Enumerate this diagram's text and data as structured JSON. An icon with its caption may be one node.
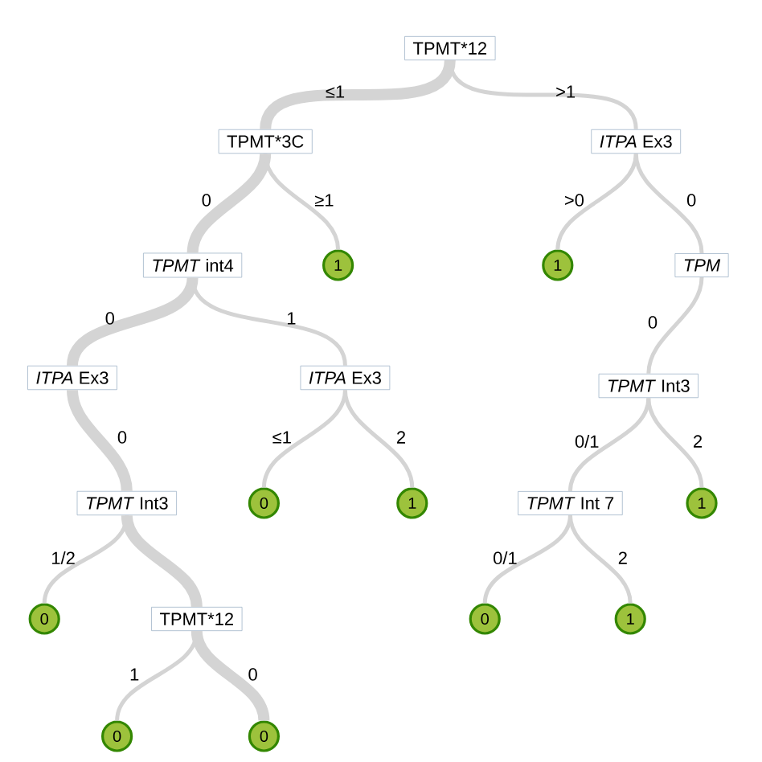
{
  "diagram": {
    "nodes": [
      {
        "text": [
          "TPMT*12"
        ]
      },
      {
        "text": [
          "TPMT*3C"
        ]
      },
      {
        "text": [
          "*ITPA* Ex3"
        ]
      },
      {
        "text": [
          "*TPMT* int4"
        ]
      },
      {
        "text": [
          "1"
        ]
      },
      {
        "text": [
          "1"
        ]
      },
      {
        "text": [
          "*TPM*"
        ]
      },
      {
        "text": [
          "*ITPA* Ex3"
        ]
      },
      {
        "text": [
          "*ITPA* Ex3"
        ]
      },
      {
        "text": [
          "*TPMT* Int3"
        ]
      },
      {
        "text": [
          "*TPMT* Int3"
        ]
      },
      {
        "text": [
          "0"
        ]
      },
      {
        "text": [
          "1"
        ]
      },
      {
        "text": [
          "*TPMT* Int 7"
        ]
      },
      {
        "text": [
          "1"
        ]
      },
      {
        "text": [
          "0"
        ]
      },
      {
        "text": [
          "TPMT*12"
        ]
      },
      {
        "text": [
          "0"
        ]
      },
      {
        "text": [
          "1"
        ]
      },
      {
        "text": [
          "0"
        ]
      },
      {
        "text": [
          "0"
        ]
      }
    ],
    "edges": [
      {
        "from": 0,
        "to": 1,
        "arrow": "none",
        "label": "≤1",
        "style": "thick"
      },
      {
        "from": 0,
        "to": 2,
        "arrow": "none",
        "label": ">1"
      },
      {
        "from": 1,
        "to": 3,
        "arrow": "none",
        "label": "0",
        "style": "thick"
      },
      {
        "from": 1,
        "to": 4,
        "arrow": "none",
        "label": "≥1"
      },
      {
        "from": 2,
        "to": 5,
        "arrow": "none",
        "label": ">0"
      },
      {
        "from": 2,
        "to": 6,
        "arrow": "none",
        "label": "0"
      },
      {
        "from": 3,
        "to": 7,
        "arrow": "none",
        "label": "0",
        "style": "thick"
      },
      {
        "from": 3,
        "to": 8,
        "arrow": "none",
        "label": "1"
      },
      {
        "from": 6,
        "to": 9,
        "arrow": "none",
        "label": "0"
      },
      {
        "from": 7,
        "to": 10,
        "arrow": "none",
        "label": "0",
        "style": "thick"
      },
      {
        "from": 8,
        "to": 11,
        "arrow": "none",
        "label": "≤1"
      },
      {
        "from": 8,
        "to": 12,
        "arrow": "none",
        "label": "2"
      },
      {
        "from": 9,
        "to": 13,
        "arrow": "none",
        "label": "0/1"
      },
      {
        "from": 9,
        "to": 14,
        "arrow": "none",
        "label": "2"
      },
      {
        "from": 10,
        "to": 15,
        "arrow": "none",
        "label": "1/2"
      },
      {
        "from": 10,
        "to": 16,
        "arrow": "none",
        "style": "thick"
      },
      {
        "from": 13,
        "to": 17,
        "arrow": "none",
        "label": "0/1"
      },
      {
        "from": 13,
        "to": 18,
        "arrow": "none",
        "label": "2"
      },
      {
        "from": 16,
        "to": 19,
        "arrow": "none",
        "label": "1"
      },
      {
        "from": 16,
        "to": 20,
        "arrow": "none",
        "label": "0",
        "style": "thick"
      }
    ]
  }
}
